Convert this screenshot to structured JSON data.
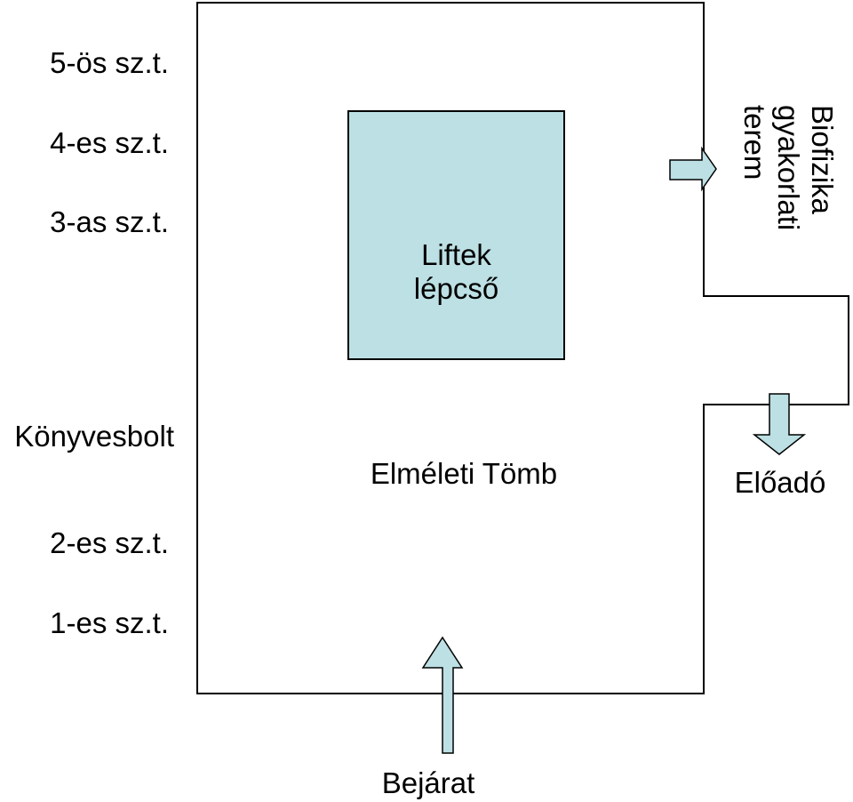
{
  "floors_left": [
    "5-ös sz.t.",
    "4-es sz.t.",
    "3-as sz.t.",
    "Könyvesbolt",
    "2-es sz.t.",
    "1-es sz.t."
  ],
  "building": {
    "name": "Elméleti Tömb",
    "lifts": [
      "Liftek",
      "lépcső"
    ]
  },
  "entrance": "Bejárat",
  "right_room": [
    "Biofizika",
    "gyakorlati",
    "terem"
  ],
  "lecture": "Előadó",
  "colors": {
    "fill": "#bce0e4",
    "stroke": "#000000"
  }
}
